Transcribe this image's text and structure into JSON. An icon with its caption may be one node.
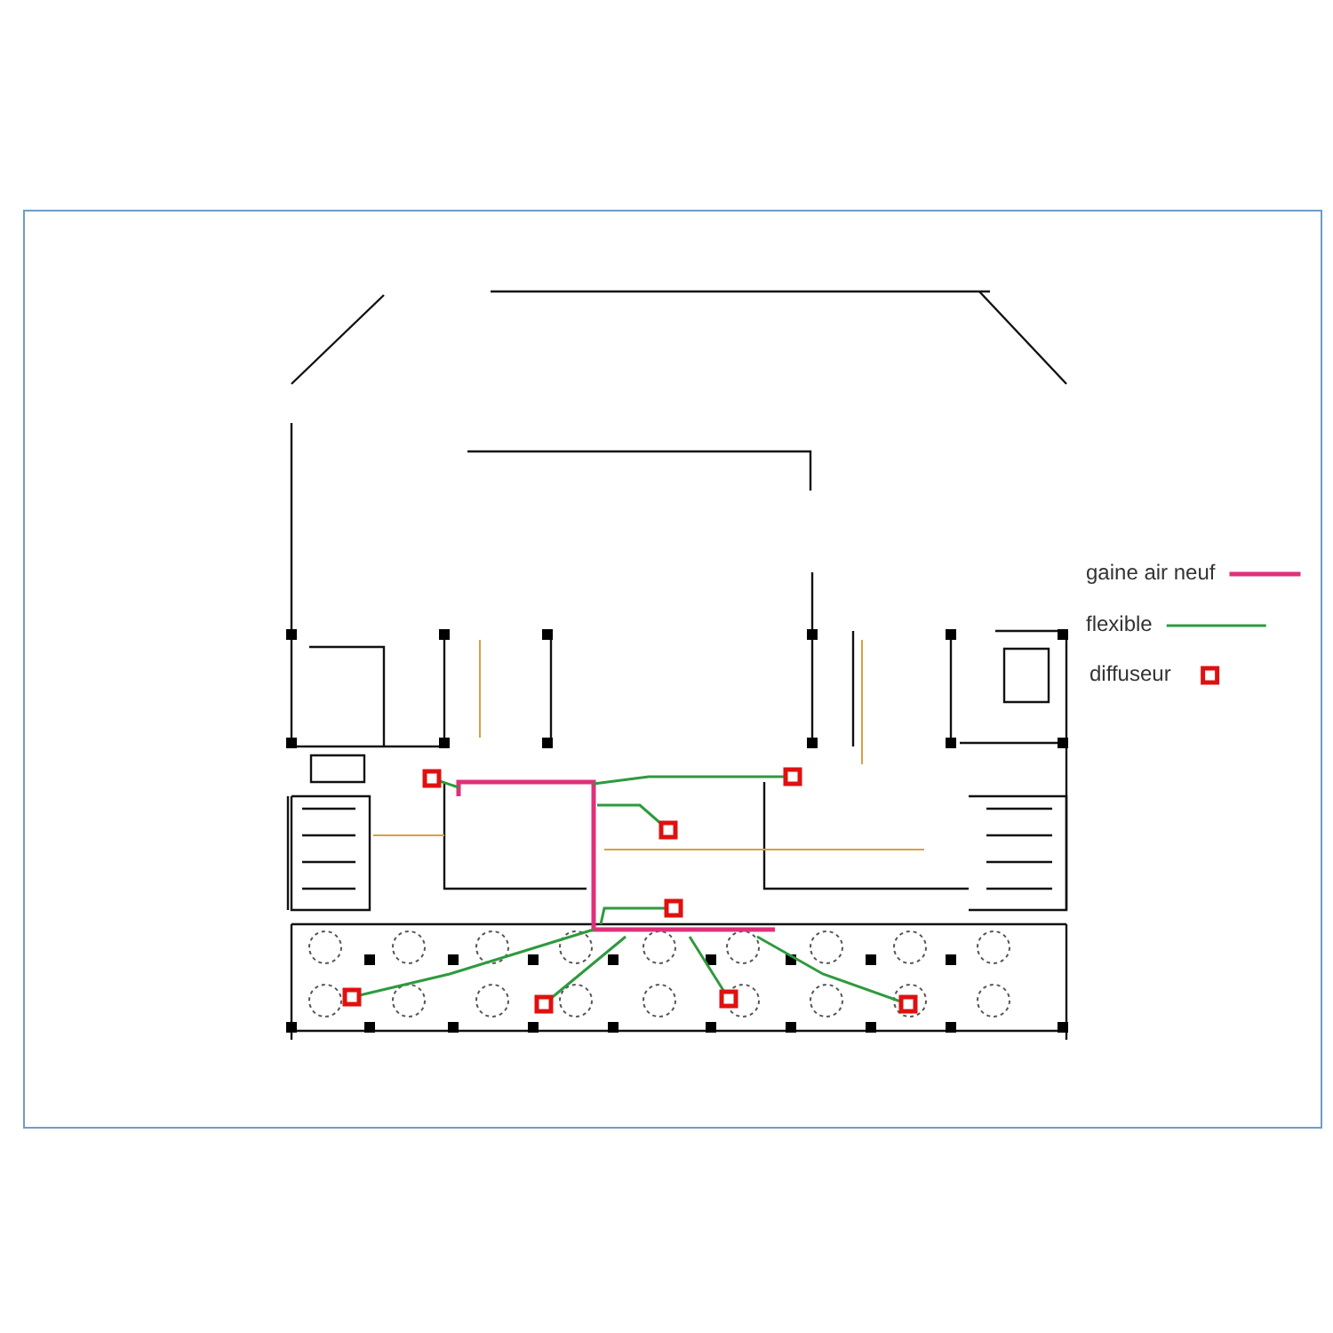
{
  "diagram": {
    "legend": [
      {
        "text": "gaine air neuf"
      },
      {
        "text": "flexible"
      },
      {
        "text": "diffuseur"
      }
    ]
  }
}
